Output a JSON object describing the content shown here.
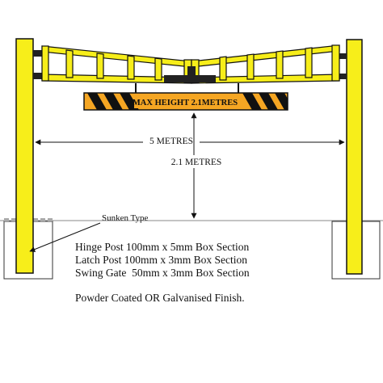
{
  "sign": {
    "text": "MAX HEIGHT 2.1METRES"
  },
  "dimensions": {
    "width_label": "5 METRES",
    "height_label": "2.1 METRES"
  },
  "callout": {
    "label": "Sunken Type"
  },
  "specifications": [
    "Hinge Post 100mm x 5mm Box Section",
    "Latch Post 100mm x 3mm Box Section",
    "Swing Gate  50mm x 3mm Box Section"
  ],
  "finish": "Powder Coated OR Galvanised Finish.",
  "colors": {
    "frame_yellow": "#f7ee1a",
    "outline": "#111111",
    "sign_orange": "#f5a623",
    "ground": "#777777"
  }
}
